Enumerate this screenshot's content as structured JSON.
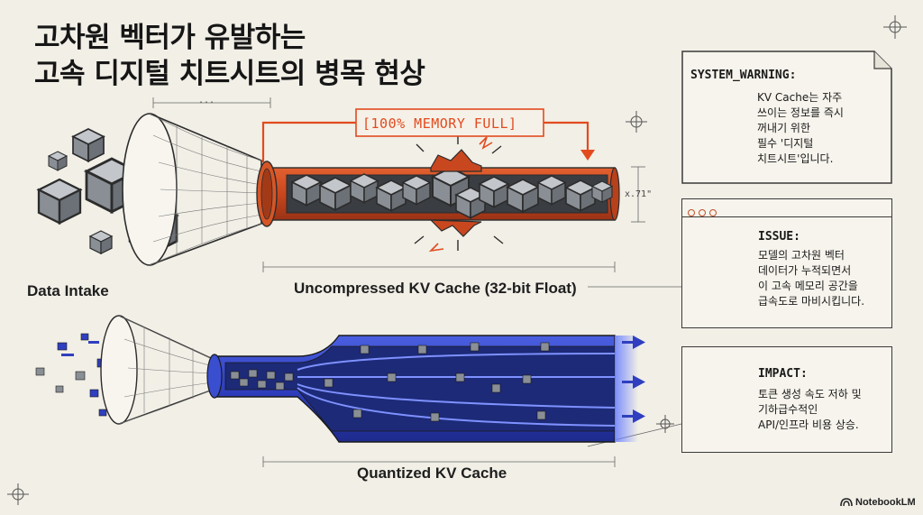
{
  "title": {
    "line1": "고차원 벡터가 유발하는",
    "line2": "고속 디지털 치트시트의 병목 현상"
  },
  "labels": {
    "data_intake": "Data Intake",
    "uncompressed": "Uncompressed KV Cache (32-bit Float)",
    "quantized": "Quantized KV Cache",
    "memory_full": "[100% MEMORY FULL]",
    "ellipsis": "...",
    "dimension": "x.71\""
  },
  "cards": {
    "warning": {
      "heading": "SYSTEM_WARNING:",
      "lines": [
        "KV Cache는 자주",
        "쓰이는 정보를 즉시",
        "꺼내기 위한",
        "필수 '디지털",
        "치트시트'입니다."
      ]
    },
    "issue": {
      "heading": "ISSUE:",
      "lines": [
        "모델의 고차원 벡터",
        "데이터가 누적되면서",
        "이 고속 메모리 공간을",
        "급속도로 마비시킵니다."
      ]
    },
    "impact": {
      "heading": "IMPACT:",
      "lines": [
        "토큰 생성 속도 저하 및",
        "기하급수적인",
        "API/인프라 비용 상승."
      ]
    }
  },
  "brand": "NotebookLM",
  "colors": {
    "background": "#f1efe6",
    "alert": "#e24a1e",
    "uncompressed_pipe": "#c9471f",
    "quantized_pipe": "#2f3fbf",
    "cube": "#8a8f96"
  }
}
